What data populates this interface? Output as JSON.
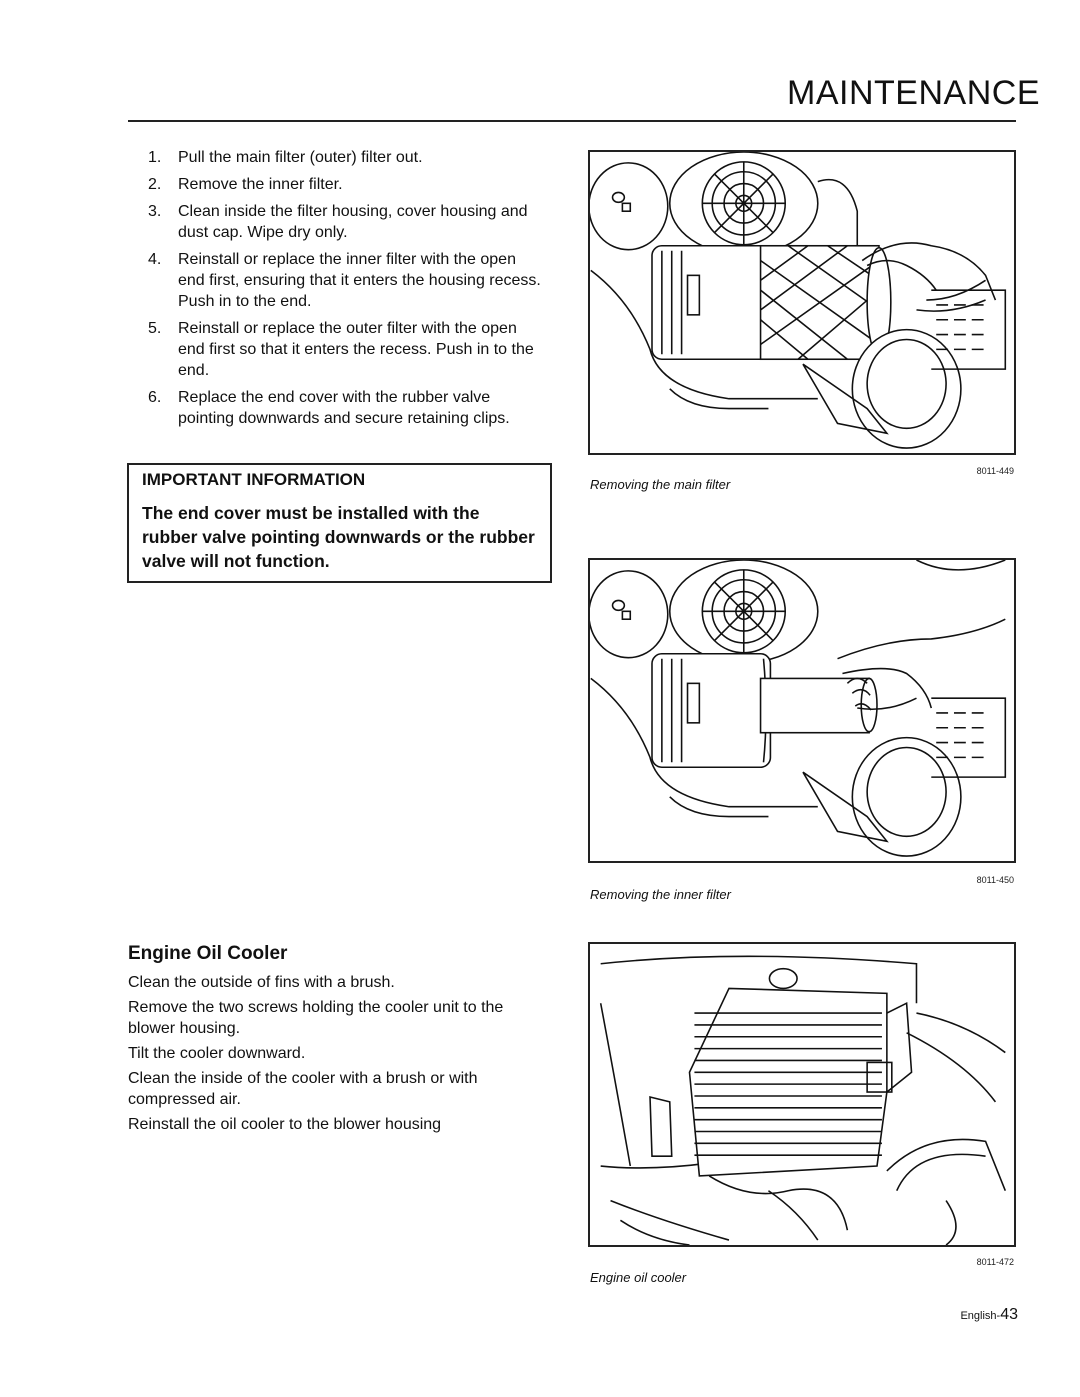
{
  "header": {
    "title": "MAINTENANCE"
  },
  "steps": [
    {
      "num": "1.",
      "text": "Pull the main filter (outer) filter out."
    },
    {
      "num": "2.",
      "text": "Remove the inner filter."
    },
    {
      "num": "3.",
      "text": "Clean inside the filter housing, cover housing and dust cap. Wipe dry only."
    },
    {
      "num": "4.",
      "text": "Reinstall or replace the inner filter with the open end first, ensuring that it enters the housing recess. Push in to the end."
    },
    {
      "num": "5.",
      "text": "Reinstall or replace the outer filter with the open end first so that it enters the recess. Push in to the end."
    },
    {
      "num": "6.",
      "text": "Replace the end cover with the rubber valve pointing downwards and secure retaining clips."
    }
  ],
  "important": {
    "title": "IMPORTANT INFORMATION",
    "body": "The end cover must be installed with the rubber valve pointing downwards or the rubber valve will not function."
  },
  "oil_cooler": {
    "heading": "Engine Oil Cooler",
    "paragraphs": [
      "Clean the outside of fins with a brush.",
      "Remove the two screws holding the cooler unit to the blower housing.",
      "Tilt the cooler downward.",
      "Clean the inside of the cooler with a brush or with compressed air.",
      "Reinstall the oil cooler to the blower housing"
    ]
  },
  "figures": [
    {
      "code": "8011-449",
      "caption": "Removing the main filter"
    },
    {
      "code": "8011-450",
      "caption": "Removing the inner filter"
    },
    {
      "code": "8011-472",
      "caption": "Engine oil cooler"
    }
  ],
  "footer": {
    "prefix": "English-",
    "page": "43"
  }
}
